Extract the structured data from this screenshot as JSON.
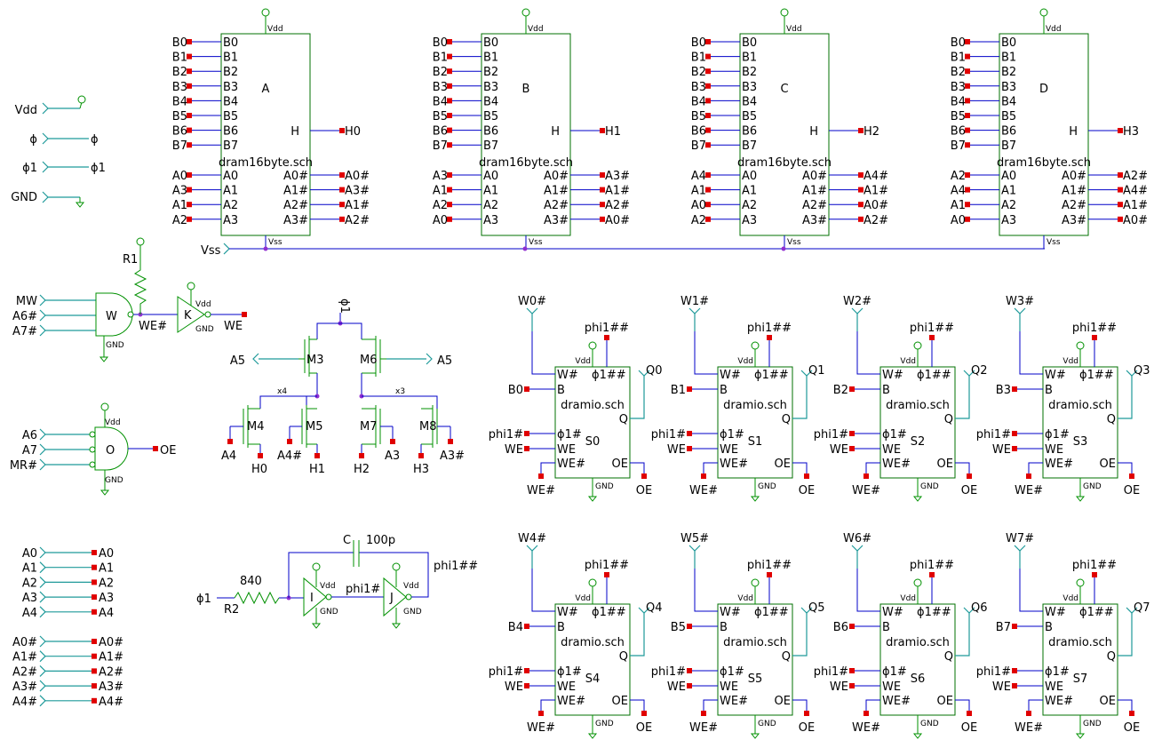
{
  "dram_blocks": [
    {
      "name": "A",
      "file": "dram16byte.sch",
      "vdd": "Vdd",
      "vss": "Vss",
      "b_pins": [
        "B0",
        "B1",
        "B2",
        "B3",
        "B4",
        "B5",
        "B6",
        "B7"
      ],
      "b_nets": [
        "B0",
        "B1",
        "B2",
        "B3",
        "B4",
        "B5",
        "B6",
        "B7"
      ],
      "a_pins": [
        "A0",
        "A1",
        "A2",
        "A3"
      ],
      "a_nets": [
        "A0",
        "A3",
        "A1",
        "A2"
      ],
      "ah_pins": [
        "A0#",
        "A1#",
        "A2#",
        "A3#"
      ],
      "ah_nets": [
        "A0#",
        "A3#",
        "A1#",
        "A2#"
      ],
      "h_pin": "H",
      "h_net": "H0"
    },
    {
      "name": "B",
      "file": "dram16byte.sch",
      "vdd": "Vdd",
      "vss": "Vss",
      "b_pins": [
        "B0",
        "B1",
        "B2",
        "B3",
        "B4",
        "B5",
        "B6",
        "B7"
      ],
      "b_nets": [
        "B0",
        "B1",
        "B2",
        "B3",
        "B4",
        "B5",
        "B6",
        "B7"
      ],
      "a_pins": [
        "A0",
        "A1",
        "A2",
        "A3"
      ],
      "a_nets": [
        "A3",
        "A1",
        "A2",
        "A0"
      ],
      "ah_pins": [
        "A0#",
        "A1#",
        "A2#",
        "A3#"
      ],
      "ah_nets": [
        "A3#",
        "A1#",
        "A2#",
        "A0#"
      ],
      "h_pin": "H",
      "h_net": "H1"
    },
    {
      "name": "C",
      "file": "dram16byte.sch",
      "vdd": "Vdd",
      "vss": "Vss",
      "b_pins": [
        "B0",
        "B1",
        "B2",
        "B3",
        "B4",
        "B5",
        "B6",
        "B7"
      ],
      "b_nets": [
        "B0",
        "B1",
        "B2",
        "B3",
        "B4",
        "B5",
        "B6",
        "B7"
      ],
      "a_pins": [
        "A0",
        "A1",
        "A2",
        "A3"
      ],
      "a_nets": [
        "A4",
        "A1",
        "A0",
        "A2"
      ],
      "ah_pins": [
        "A0#",
        "A1#",
        "A2#",
        "A3#"
      ],
      "ah_nets": [
        "A4#",
        "A1#",
        "A0#",
        "A2#"
      ],
      "h_pin": "H",
      "h_net": "H2"
    },
    {
      "name": "D",
      "file": "dram16byte.sch",
      "vdd": "Vdd",
      "vss": "Vss",
      "b_pins": [
        "B0",
        "B1",
        "B2",
        "B3",
        "B4",
        "B5",
        "B6",
        "B7"
      ],
      "b_nets": [
        "B0",
        "B1",
        "B2",
        "B3",
        "B4",
        "B5",
        "B6",
        "B7"
      ],
      "a_pins": [
        "A0",
        "A1",
        "A2",
        "A3"
      ],
      "a_nets": [
        "A2",
        "A4",
        "A1",
        "A0"
      ],
      "ah_pins": [
        "A0#",
        "A1#",
        "A2#",
        "A3#"
      ],
      "ah_nets": [
        "A2#",
        "A4#",
        "A1#",
        "A0#"
      ],
      "h_pin": "H",
      "h_net": "H3"
    }
  ],
  "vss_label": "Vss",
  "power_ports": {
    "vdd": "Vdd",
    "phi": "ϕ",
    "phi_wire": "ϕ",
    "phi1": "ϕ1",
    "phi1_wire": "ϕ1",
    "gnd": "GND"
  },
  "w_gate": {
    "name": "W",
    "inputs": [
      "MW",
      "A6#",
      "A7#"
    ],
    "output_net": "WE#",
    "gnd": "GND",
    "resistor": "R1"
  },
  "k_inv": {
    "name": "K",
    "vdd": "Vdd",
    "gnd": "GND",
    "output_net": "WE"
  },
  "o_gate": {
    "name": "O",
    "inputs": [
      "A6",
      "A7",
      "MR#"
    ],
    "output_net": "OE",
    "vdd": "Vdd",
    "gnd": "GND"
  },
  "mosfets": {
    "phi_label": "ϕ1",
    "m3": "M3",
    "m6": "M6",
    "m4": "M4",
    "m5": "M5",
    "m7": "M7",
    "m8": "M8",
    "a5_left": "A5",
    "a5_right": "A5",
    "x4": "x4",
    "x3": "x3",
    "bottom": [
      "A4",
      "H0",
      "A4#",
      "H1",
      "H2",
      "A3",
      "H3",
      "A3#"
    ]
  },
  "osc": {
    "phi_in": "ϕ1",
    "r2_value": "840",
    "r2_name": "R2",
    "inv_i": "I",
    "inv_j": "J",
    "vdd": "Vdd",
    "gnd": "GND",
    "mid_net": "phi1#",
    "cap_name": "C",
    "cap_value": "100p",
    "out_net": "phi1##"
  },
  "addr_ports": [
    [
      "A0",
      "A0"
    ],
    [
      "A1",
      "A1"
    ],
    [
      "A2",
      "A2"
    ],
    [
      "A3",
      "A3"
    ],
    [
      "A4",
      "A4"
    ]
  ],
  "addr_ports_n": [
    [
      "A0#",
      "A0#"
    ],
    [
      "A1#",
      "A1#"
    ],
    [
      "A2#",
      "A2#"
    ],
    [
      "A3#",
      "A3#"
    ],
    [
      "A4#",
      "A4#"
    ]
  ],
  "dramio_blocks": [
    {
      "name": "S0",
      "w_net": "W0#",
      "b_net": "B0",
      "q_net": "Q0"
    },
    {
      "name": "S1",
      "w_net": "W1#",
      "b_net": "B1",
      "q_net": "Q1"
    },
    {
      "name": "S2",
      "w_net": "W2#",
      "b_net": "B2",
      "q_net": "Q2"
    },
    {
      "name": "S3",
      "w_net": "W3#",
      "b_net": "B3",
      "q_net": "Q3"
    },
    {
      "name": "S4",
      "w_net": "W4#",
      "b_net": "B4",
      "q_net": "Q4"
    },
    {
      "name": "S5",
      "w_net": "W5#",
      "b_net": "B5",
      "q_net": "Q5"
    },
    {
      "name": "S6",
      "w_net": "W6#",
      "b_net": "B6",
      "q_net": "Q6"
    },
    {
      "name": "S7",
      "w_net": "W7#",
      "b_net": "B7",
      "q_net": "Q7"
    }
  ],
  "dramio_common": {
    "file": "dramio.sch",
    "vdd": "Vdd",
    "gnd": "GND",
    "pin_w": "W#",
    "pin_b": "B",
    "pin_phi": "ϕ1#",
    "pin_phi2": "ϕ1##",
    "pin_we": "WE",
    "pin_weh": "WE#",
    "pin_q": "Q",
    "pin_oe": "OE",
    "net_phi1h": "phi1#",
    "net_phi1hh": "phi1##",
    "net_we": "WE",
    "net_weh": "WE#",
    "net_oe": "OE"
  }
}
